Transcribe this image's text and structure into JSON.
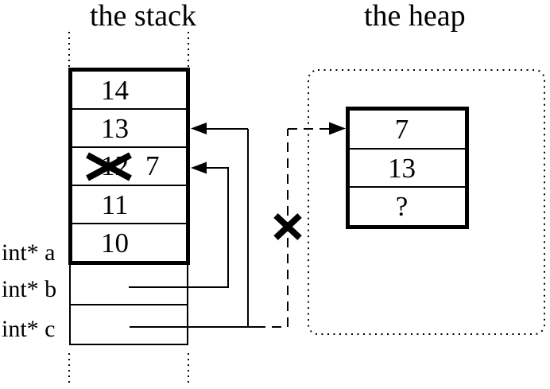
{
  "titles": {
    "stack": "the stack",
    "heap": "the heap"
  },
  "stack": {
    "cells": [
      {
        "value": "14"
      },
      {
        "value": "13"
      },
      {
        "old_value": "12",
        "new_value": "7",
        "crossed_out": true
      },
      {
        "value": "11"
      },
      {
        "value": "10"
      }
    ]
  },
  "variables": [
    {
      "label": "int* a"
    },
    {
      "label": "int* b"
    },
    {
      "label": "int* c"
    }
  ],
  "heap": {
    "cells": [
      {
        "value": "7"
      },
      {
        "value": "13"
      },
      {
        "value": "?"
      }
    ]
  },
  "annotations": {
    "b_pointer": "solid arrow from int* b slot into stack cell holding 7 (over crossed-out 12)",
    "c_pointer": "solid arrow from int* c slot into stack cell holding 13",
    "c_old_pointer": "dashed arrow from int* c slot to heap cell 7, crossed out with an X"
  },
  "colors": {
    "ink": "#000000",
    "background": "#ffffff"
  }
}
